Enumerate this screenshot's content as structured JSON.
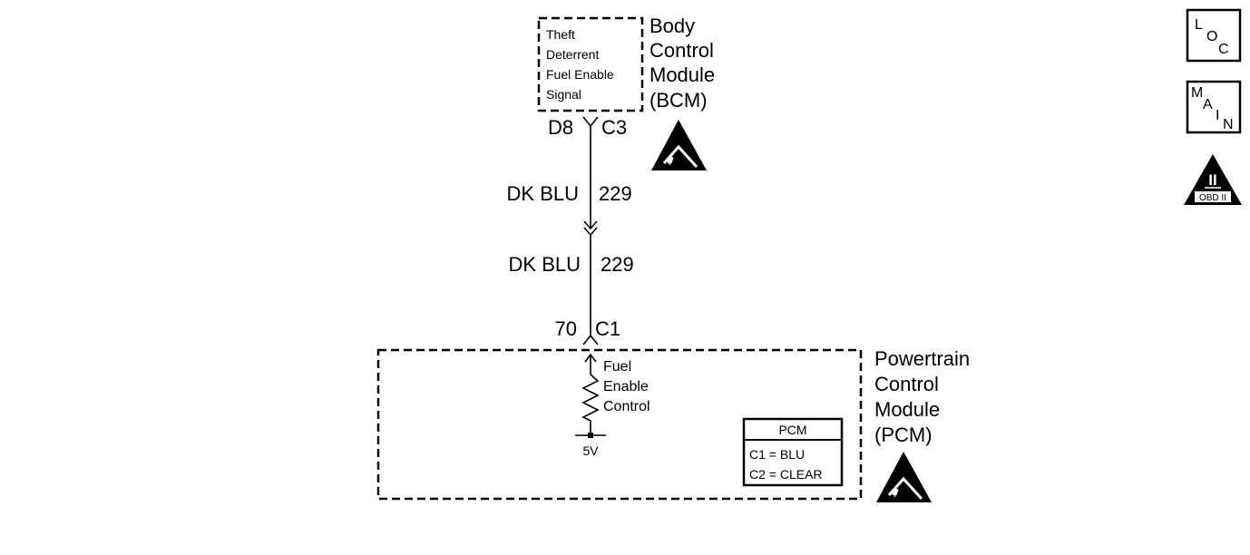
{
  "bcm": {
    "signal_lines": [
      "Theft",
      "Deterrent",
      "Fuel Enable",
      "Signal"
    ],
    "name_lines": [
      "Body",
      "Control",
      "Module",
      "(BCM)"
    ],
    "pin": "D8",
    "connector": "C3"
  },
  "wire_upper": {
    "color": "DK BLU",
    "circuit": "229"
  },
  "wire_lower": {
    "color": "DK BLU",
    "circuit": "229"
  },
  "pcm": {
    "pin": "70",
    "connector": "C1",
    "control_lines": [
      "Fuel",
      "Enable",
      "Control"
    ],
    "voltage": "5V",
    "name_lines": [
      "Powertrain",
      "Control",
      "Module",
      "(PCM)"
    ],
    "legend": {
      "title": "PCM",
      "c1": "C1 = BLU",
      "c2": "C2 = CLEAR"
    }
  },
  "nav_icons": {
    "loc": {
      "l": "L",
      "o": "O",
      "c": "C"
    },
    "main": {
      "m": "M",
      "a": "A",
      "i": "I",
      "n": "N"
    },
    "obd": {
      "numeral": "II",
      "label": "OBD II"
    }
  }
}
